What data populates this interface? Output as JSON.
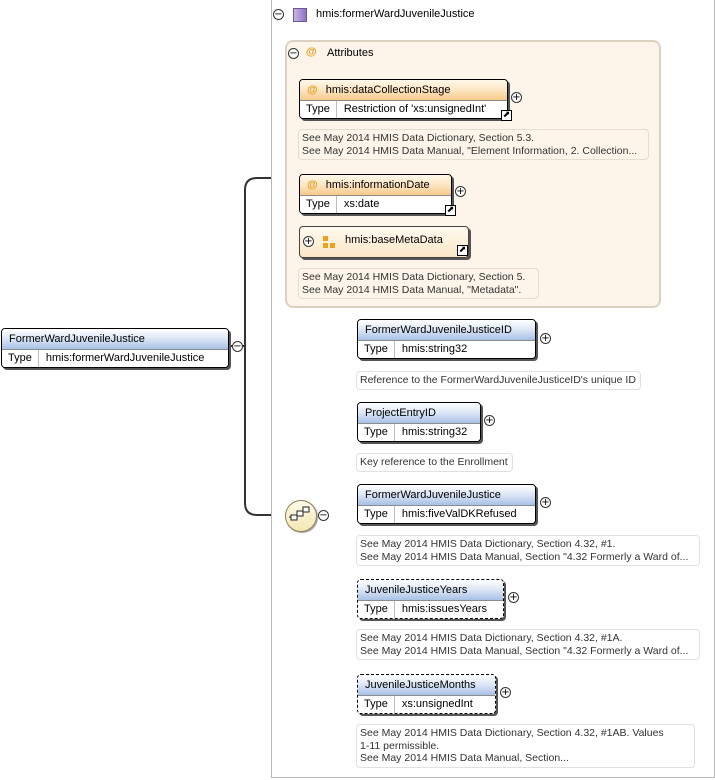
{
  "root": {
    "name": "FormerWardJuvenileJustice",
    "type_label": "Type",
    "type_value": "hmis:formerWardJuvenileJustice"
  },
  "complex_type": {
    "name": "hmis:formerWardJuvenileJustice"
  },
  "attributes": {
    "title": "Attributes",
    "items": [
      {
        "name": "hmis:dataCollectionStage",
        "type_label": "Type",
        "type_value": "Restriction of 'xs:unsignedInt'",
        "note": [
          "See May 2014 HMIS Data Dictionary, Section 5.3.",
          "See May 2014 HMIS Data Manual, \"Element Information, 2. Collection..."
        ]
      },
      {
        "name": "hmis:informationDate",
        "type_label": "Type",
        "type_value": "xs:date"
      }
    ],
    "group": {
      "name": "hmis:baseMetaData",
      "note": [
        "See May 2014 HMIS Data Dictionary, Section 5.",
        "See May 2014 HMIS Data Manual, \"Metadata\"."
      ]
    }
  },
  "sequence": [
    {
      "name": "FormerWardJuvenileJusticeID",
      "type_label": "Type",
      "type_value": "hmis:string32",
      "note": [
        "Reference to the FormerWardJuvenileJusticeID's unique ID"
      ]
    },
    {
      "name": "ProjectEntryID",
      "type_label": "Type",
      "type_value": "hmis:string32",
      "note": [
        "Key reference to the Enrollment"
      ]
    },
    {
      "name": "FormerWardJuvenileJustice",
      "type_label": "Type",
      "type_value": "hmis:fiveValDKRefused",
      "note": [
        "See May 2014 HMIS Data Dictionary, Section 4.32, #1.",
        "See May 2014 HMIS Data Manual, Section \"4.32 Formerly a Ward of..."
      ]
    },
    {
      "name": "JuvenileJusticeYears",
      "type_label": "Type",
      "type_value": "hmis:issuesYears",
      "note": [
        "See May 2014 HMIS Data Dictionary, Section 4.32, #1A.",
        "See May 2014 HMIS Data Manual, Section \"4.32 Formerly a Ward of..."
      ]
    },
    {
      "name": "JuvenileJusticeMonths",
      "type_label": "Type",
      "type_value": "xs:unsignedInt",
      "note": [
        "See May 2014 HMIS Data Dictionary, Section 4.32, #1AB. Values",
        "1-11 permissible.",
        "See May 2014 HMIS Data Manual, Section..."
      ]
    }
  ],
  "colors": {
    "element_header": "#a9c1e6",
    "attribute_header": "#f6c98a",
    "attribute_panel": "#fdf5e9"
  },
  "icons": [
    "collapse-icon",
    "expand-icon",
    "complex-type-icon",
    "attribute-at-icon",
    "attribute-group-icon",
    "reference-link-icon",
    "sequence-compositor-icon"
  ]
}
